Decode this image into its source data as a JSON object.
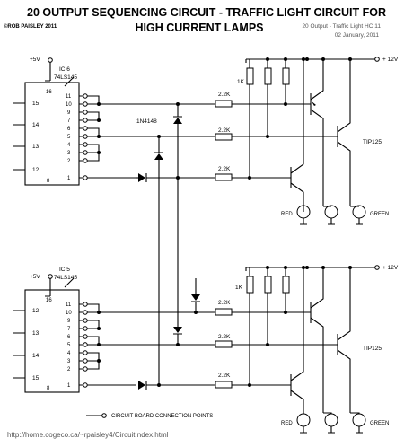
{
  "header": {
    "title_line1": "20 OUTPUT SEQUENCING CIRCUIT - TRAFFIC LIGHT CIRCUIT FOR",
    "title_line2": "HIGH CURRENT LAMPS",
    "author": "©ROB PAISLEY 2011",
    "file_ref": "20 Output - Traffic Light HC 11",
    "date": "02 January, 2011"
  },
  "top": {
    "supply_left": "+5V",
    "supply_right": "+ 12V",
    "ic_name": "IC 6",
    "ic_part": "74LS145",
    "diode_label": "1N4148",
    "transistor_label": "TIP125",
    "resistor_collector": "1K",
    "resistor_base": "2.2K",
    "lamp_red": "RED",
    "lamp_green": "GREEN"
  },
  "bottom": {
    "supply_left": "+5V",
    "supply_right": "+ 12V",
    "ic_name": "IC 5",
    "ic_part": "74LS145",
    "transistor_label": "TIP125",
    "resistor_collector": "1K",
    "resistor_base": "2.2K",
    "lamp_red": "RED",
    "lamp_green": "GREEN"
  },
  "ic_pins_left": [
    "15",
    "14",
    "13",
    "12"
  ],
  "ic_pin_top": "16",
  "ic_pin_bottom": "8",
  "ic_output_pins": [
    "11",
    "10",
    "9",
    "7",
    "6",
    "5",
    "4",
    "3",
    "2",
    "1"
  ],
  "legend_label": "CIRCUIT BOARD CONNECTION POINTS",
  "url": "http://home.cogeco.ca/~rpaisley4/CircuitIndex.html"
}
